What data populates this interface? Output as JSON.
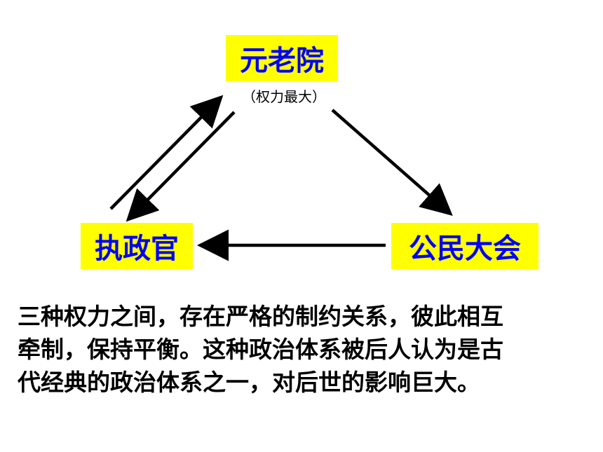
{
  "diagram": {
    "nodes": {
      "senate": {
        "label": "元老院",
        "note": "（权力最大）"
      },
      "consul": {
        "label": "执政官"
      },
      "assembly": {
        "label": "公民大会"
      }
    },
    "edges": [
      {
        "from": "consul",
        "to": "senate"
      },
      {
        "from": "senate",
        "to": "consul"
      },
      {
        "from": "senate",
        "to": "assembly"
      },
      {
        "from": "assembly",
        "to": "consul"
      }
    ],
    "colors": {
      "node_fill": "#ffff00",
      "node_text": "#0000ff",
      "arrow": "#000000"
    }
  },
  "description": {
    "lines": [
      "三种权力之间，存在严格的制约关系，彼此相互",
      "牵制，保持平衡。这种政治体系被后人认为是古",
      "代经典的政治体系之一，对后世的影响巨大。"
    ]
  }
}
